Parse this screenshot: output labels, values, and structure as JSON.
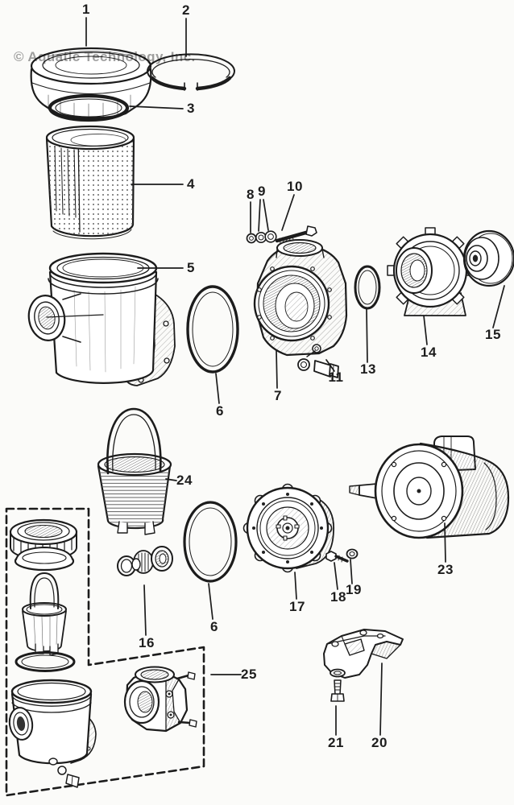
{
  "watermark": {
    "text": "© Aquatic Technology, Inc."
  },
  "colors": {
    "ink": "#1c1c1c",
    "paper": "#fbfbf9",
    "watermark": "#7d7d7d"
  },
  "callouts": [
    {
      "label": "1"
    },
    {
      "label": "2"
    },
    {
      "label": "3"
    },
    {
      "label": "4"
    },
    {
      "label": "5"
    },
    {
      "label": "6"
    },
    {
      "label": "7"
    },
    {
      "label": "8"
    },
    {
      "label": "9"
    },
    {
      "label": "10"
    },
    {
      "label": "11"
    },
    {
      "label": "13"
    },
    {
      "label": "14"
    },
    {
      "label": "15"
    },
    {
      "label": "16"
    },
    {
      "label": "17"
    },
    {
      "label": "18"
    },
    {
      "label": "19"
    },
    {
      "label": "20"
    },
    {
      "label": "21"
    },
    {
      "label": "23"
    },
    {
      "label": "24"
    },
    {
      "label": "25"
    },
    {
      "label": "6"
    }
  ]
}
